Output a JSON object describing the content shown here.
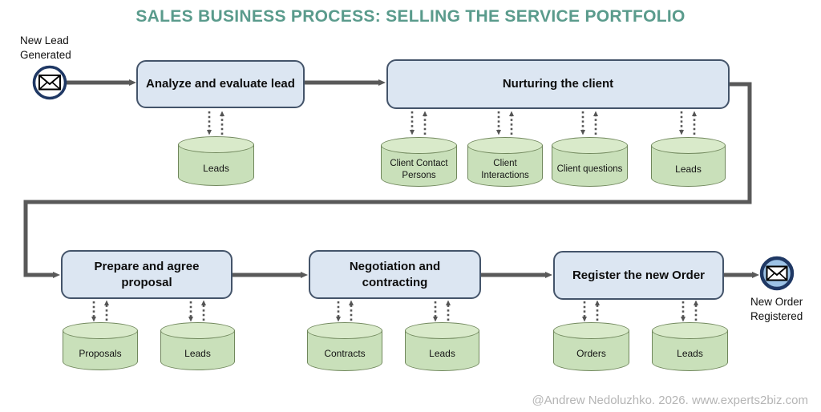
{
  "title": "SALES BUSINESS PROCESS: SELLING THE SERVICE PORTFOLIO",
  "footer": "@Andrew Nedoluzhko. 2026. www.experts2biz.com",
  "colors": {
    "title": "#5a9b8c",
    "box_fill": "#dce6f2",
    "box_border": "#44546a",
    "cyl_fill": "#c9e0ba",
    "cyl_top_fill": "#d9eaca",
    "cyl_border": "#70875c",
    "arrow": "#595959",
    "event_border": "#1f3864",
    "end_event_fill": "#9dc3e6",
    "footer": "#b5b5b5"
  },
  "start_event": {
    "label": "New Lead Generated"
  },
  "end_event": {
    "label": "New Order Registered"
  },
  "processes": [
    {
      "label": "Analyze and evaluate lead"
    },
    {
      "label": "Nurturing the client"
    },
    {
      "label": "Prepare and agree proposal"
    },
    {
      "label": "Negotiation and contracting"
    },
    {
      "label": "Register the new Order"
    }
  ],
  "datastores": [
    {
      "label": "Leads"
    },
    {
      "label": "Client Contact Persons"
    },
    {
      "label": "Client Interactions"
    },
    {
      "label": "Client questions"
    },
    {
      "label": "Leads"
    },
    {
      "label": "Proposals"
    },
    {
      "label": "Leads"
    },
    {
      "label": "Contracts"
    },
    {
      "label": "Leads"
    },
    {
      "label": "Orders"
    },
    {
      "label": "Leads"
    }
  ]
}
